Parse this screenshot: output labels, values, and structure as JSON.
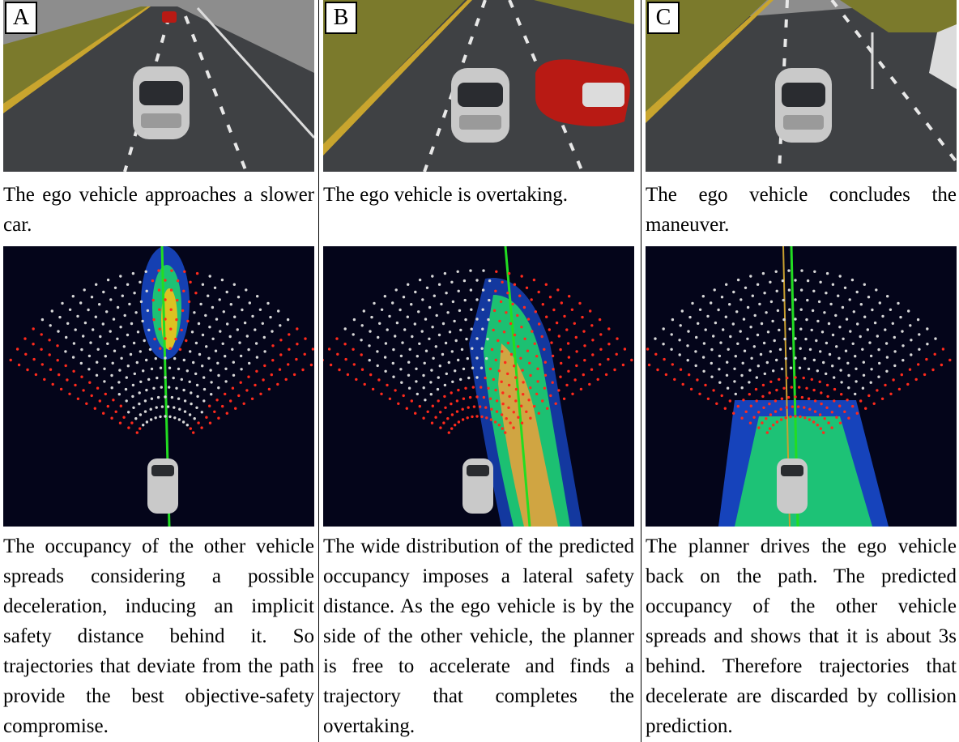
{
  "panels": [
    {
      "label": "A",
      "caption_top": "The ego vehicle approaches a slower car.",
      "caption_bottom": "The occupancy of the other ve­hicle spreads considering a pos­sible deceleration, inducing an implicit safety distance behind it. So trajectories that deviate from the path provide the best objective-safety compromise."
    },
    {
      "label": "B",
      "caption_top": "The ego vehicle is overtaking.",
      "caption_bottom": "The wide distribution of the pre­dicted occupancy imposes a lat­eral safety distance. As the ego vehicle is by the side of the other vehicle, the planner is free to accelerate and finds a trajectory that completes the overtaking."
    },
    {
      "label": "C",
      "caption_top": "The ego vehicle concludes the maneuver.",
      "caption_bottom": "The planner drives the ego vehi­cle back on the path. The pre­dicted occupancy of the other ve­hicle spreads and shows that it is about 3s behind. Therefore tra­jectories that decelerate are dis­carded by collision prediction."
    }
  ],
  "colors": {
    "road": "#3f4144",
    "grass": "#7b7a2c",
    "sky": "#8f8f8f",
    "ego_car": "#c9c9c9",
    "other_car": "#b81a14",
    "trajectory_safe": "#d8d8d8",
    "trajectory_unsafe": "#ff2a1c",
    "path": "#22dd22",
    "viz_background": "#04051a"
  }
}
